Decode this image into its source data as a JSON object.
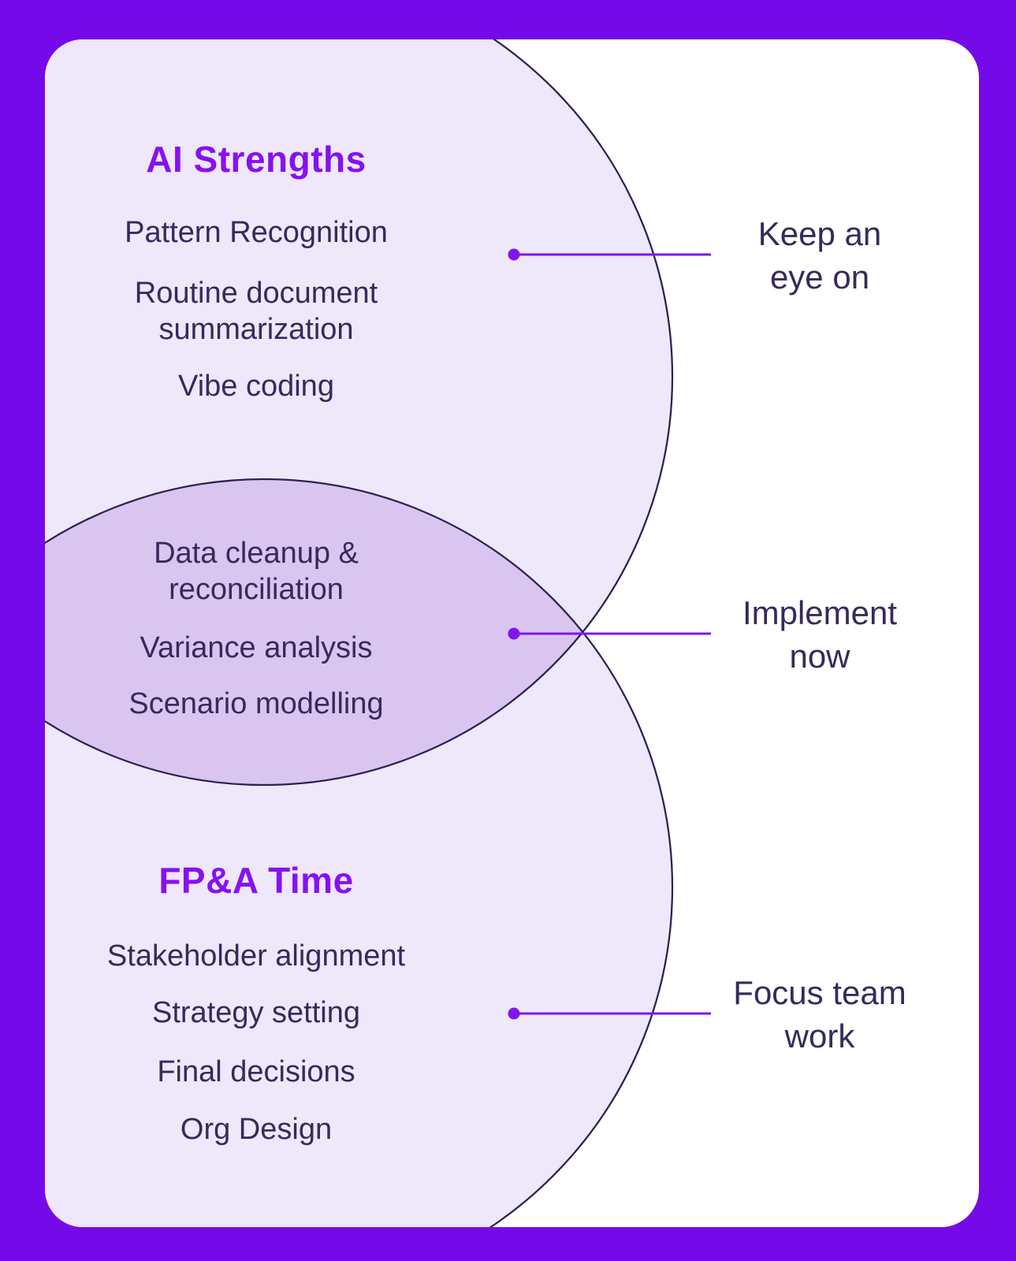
{
  "colors": {
    "frame": "#7609E9",
    "card": "#FFFFFF",
    "circle_fill": "#EFE7FA",
    "overlap_fill": "#DAC5F1",
    "circle_outline": "#2C2150",
    "title": "#8512F0",
    "body_text": "#372A5B",
    "connector": "#7E17EC"
  },
  "venn": {
    "top_circle": {
      "title": "AI Strengths",
      "items": [
        "Pattern Recognition",
        "Routine document\nsummarization",
        "Vibe coding"
      ]
    },
    "overlap": {
      "items": [
        "Data cleanup &\nreconciliation",
        "Variance analysis",
        "Scenario modelling"
      ]
    },
    "bottom_circle": {
      "title": "FP&A Time",
      "items": [
        "Stakeholder alignment",
        "Strategy setting",
        "Final decisions",
        "Org Design"
      ]
    },
    "callouts": [
      {
        "label": "Keep an\neye on"
      },
      {
        "label": "Implement\nnow"
      },
      {
        "label": "Focus team\nwork"
      }
    ]
  }
}
